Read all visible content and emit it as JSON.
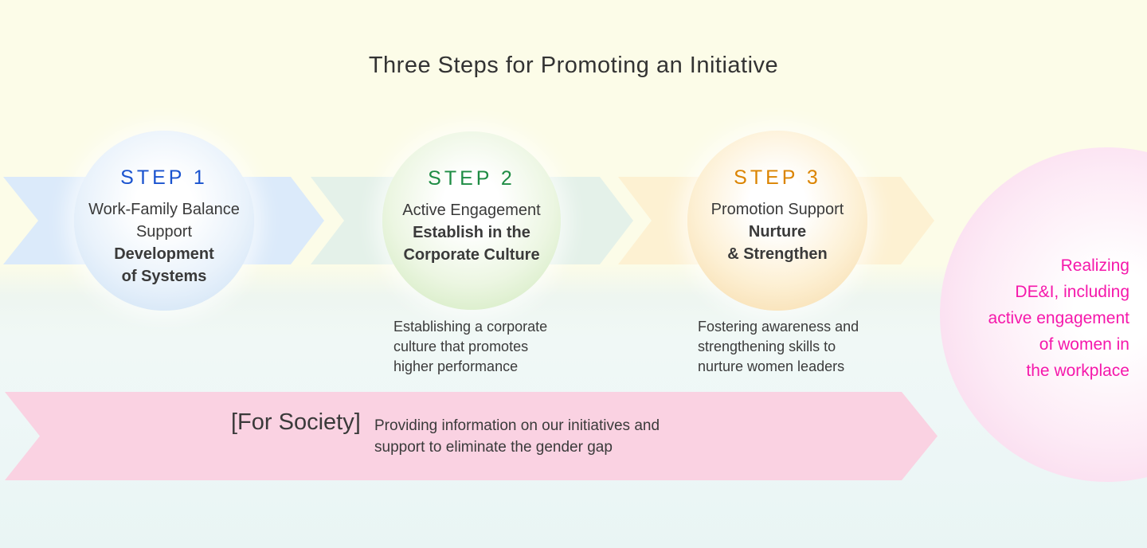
{
  "title": "Three Steps for Promoting an Initiative",
  "steps": [
    {
      "label": "STEP 1",
      "regular": [
        "Work-Family Balance",
        "Support"
      ],
      "bold": [
        "Development",
        "of Systems"
      ],
      "description": []
    },
    {
      "label": "STEP 2",
      "regular": [
        "Active Engagement"
      ],
      "bold": [
        "Establish in the",
        "Corporate Culture"
      ],
      "description": [
        "Establishing a corporate",
        "culture that promotes",
        "higher performance"
      ]
    },
    {
      "label": "STEP 3",
      "regular": [
        "Promotion Support"
      ],
      "bold": [
        "Nurture",
        "& Strengthen"
      ],
      "description": [
        "Fostering awareness and",
        "strengthening skills to",
        "nurture women leaders"
      ]
    }
  ],
  "society": {
    "label": "[For Society]",
    "lines": [
      "Providing information on our initiatives and",
      "support to eliminate the gender gap"
    ]
  },
  "goal": {
    "lines": [
      "Realizing",
      "DE&I, including",
      "active engagement",
      "of women in",
      "the workplace"
    ]
  },
  "colors": {
    "step1_label": "#1a53cf",
    "step2_label": "#1e8c44",
    "step3_label": "#db8400",
    "goal_text": "#f518ab",
    "band_step1": "#dbeafa",
    "band_step2": "#e4f1e9",
    "band_step3": "#fdf1d2",
    "society_banner": "#fad2e2",
    "background_top": "#fcfce8",
    "background_bottom": "#e9f5f4"
  }
}
